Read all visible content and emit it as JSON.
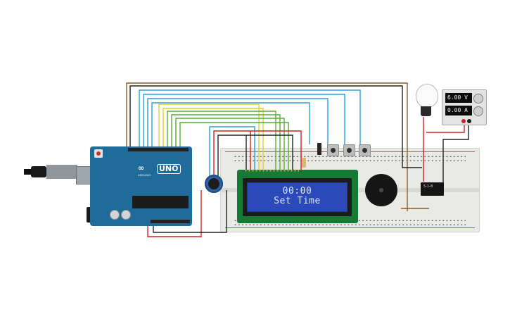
{
  "arduino": {
    "logo_text": "∞",
    "model_label": "UNO",
    "brand_text": "ARDUINO"
  },
  "lcd": {
    "line1": "00:00",
    "line2": "Set Time"
  },
  "power_supply": {
    "voltage": "6.00 V",
    "current": "0.00 A"
  },
  "relay": {
    "label": "5-1-8"
  },
  "icons": {
    "usb": "usb-cable-icon",
    "lamp": "light-bulb-icon",
    "buzzer": "piezo-buzzer-icon",
    "pot": "potentiometer-icon"
  },
  "colors": {
    "arduino_board": "#1f6c9a",
    "lcd_screen": "#2b49b8",
    "lcd_board": "#167a35",
    "breadboard": "#e9e9e6",
    "wire_red": "#d42121",
    "wire_black": "#222222",
    "wire_blue": "#2a9fd6",
    "wire_green": "#5aa83a",
    "wire_yellow": "#e3d02a",
    "wire_brown": "#8b5a2b"
  }
}
